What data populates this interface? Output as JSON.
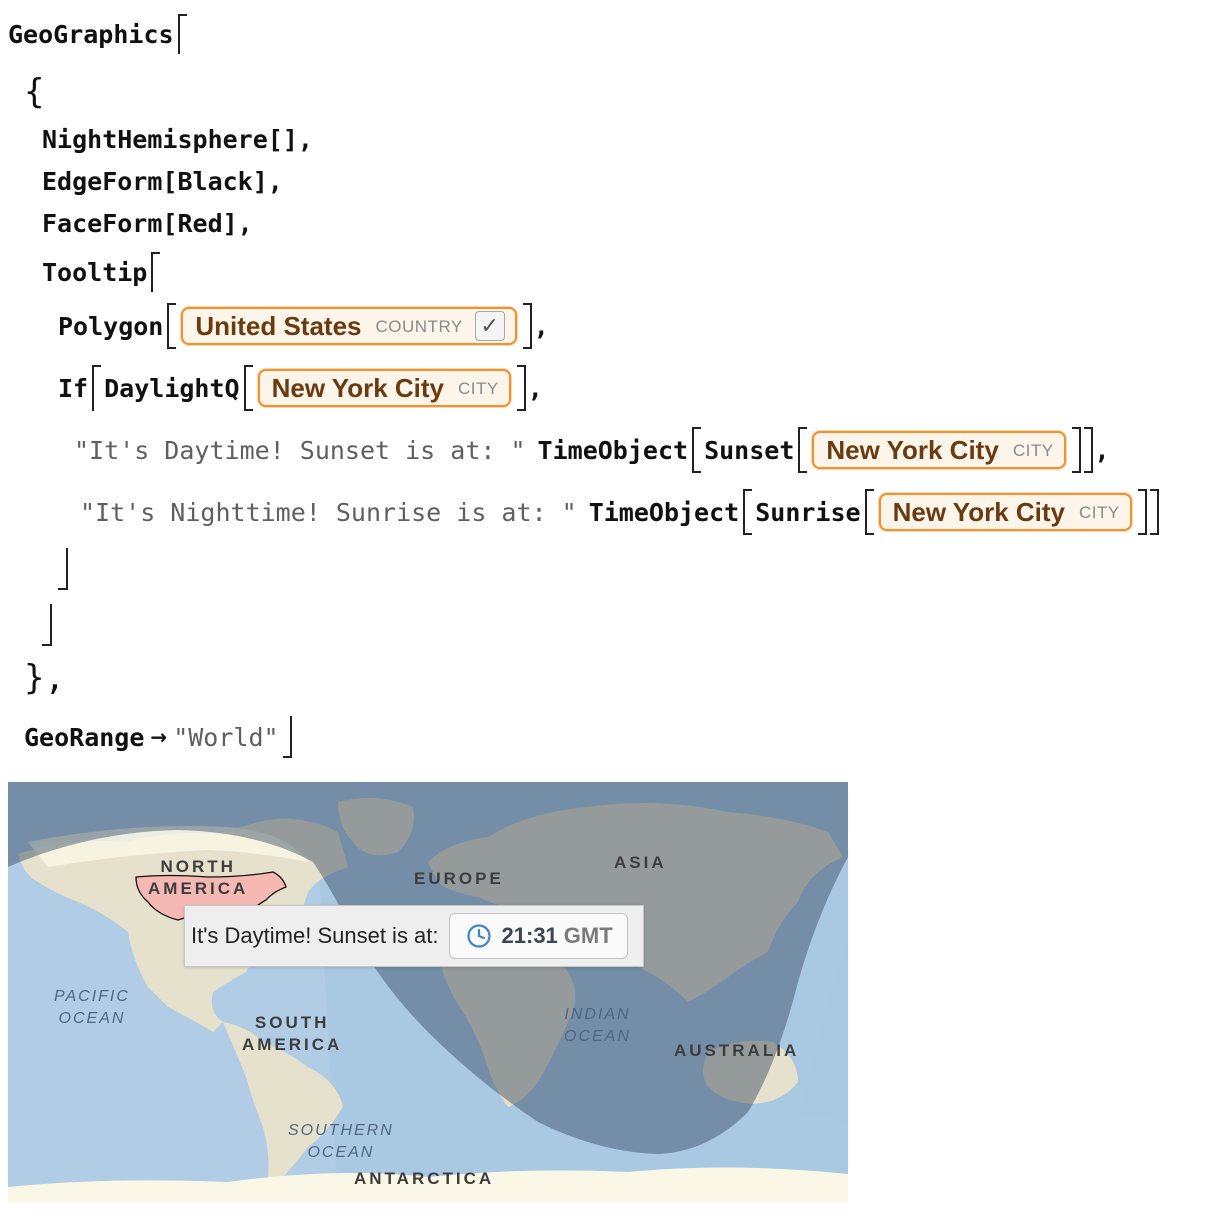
{
  "code": {
    "fn_geographics": "GeoGraphics",
    "open_brace": "{",
    "night": "NightHemisphere[],",
    "edge": "EdgeForm[Black],",
    "face": "FaceForm[Red],",
    "tooltip_fn": "Tooltip",
    "polygon_fn": "Polygon",
    "if_fn": "If",
    "daylightq_fn": "DaylightQ",
    "day_string": "\"It's Daytime! Sunset is at: \"",
    "night_string": "\"It's Nighttime! Sunrise is at: \"",
    "timeobject_fn": "TimeObject",
    "sunset_fn": "Sunset",
    "sunrise_fn": "Sunrise",
    "comma": ",",
    "close_brace": "},",
    "georange_key": "GeoRange",
    "arrow": "→",
    "georange_value": "\"World\""
  },
  "entities": {
    "country": {
      "name": "United States",
      "type": "COUNTRY",
      "check": "✓"
    },
    "city": {
      "name": "New York City",
      "type": "CITY"
    }
  },
  "map": {
    "labels": {
      "north_america_1": "NORTH",
      "north_america_2": "AMERICA",
      "europe": "EUROPE",
      "asia": "ASIA",
      "pacific_1": "PACIFIC",
      "pacific_2": "OCEAN",
      "south_america_1": "SOUTH",
      "south_america_2": "AMERICA",
      "indian_1": "INDIAN",
      "indian_2": "OCEAN",
      "australia": "AUSTRALIA",
      "southern_1": "SOUTHERN",
      "southern_2": "OCEAN",
      "antarctica": "ANTARCTICA"
    },
    "colors": {
      "ocean": "#a9c8e2",
      "land": "#e6e1cc",
      "night_overlay": "#30465e",
      "polar_ice": "#fbf7e6",
      "highlight": "#f6b8b2"
    },
    "tooltip": {
      "text": "It's Daytime! Sunset is at:",
      "time": "21:31",
      "zone": "GMT",
      "icon": "clock-icon"
    }
  }
}
